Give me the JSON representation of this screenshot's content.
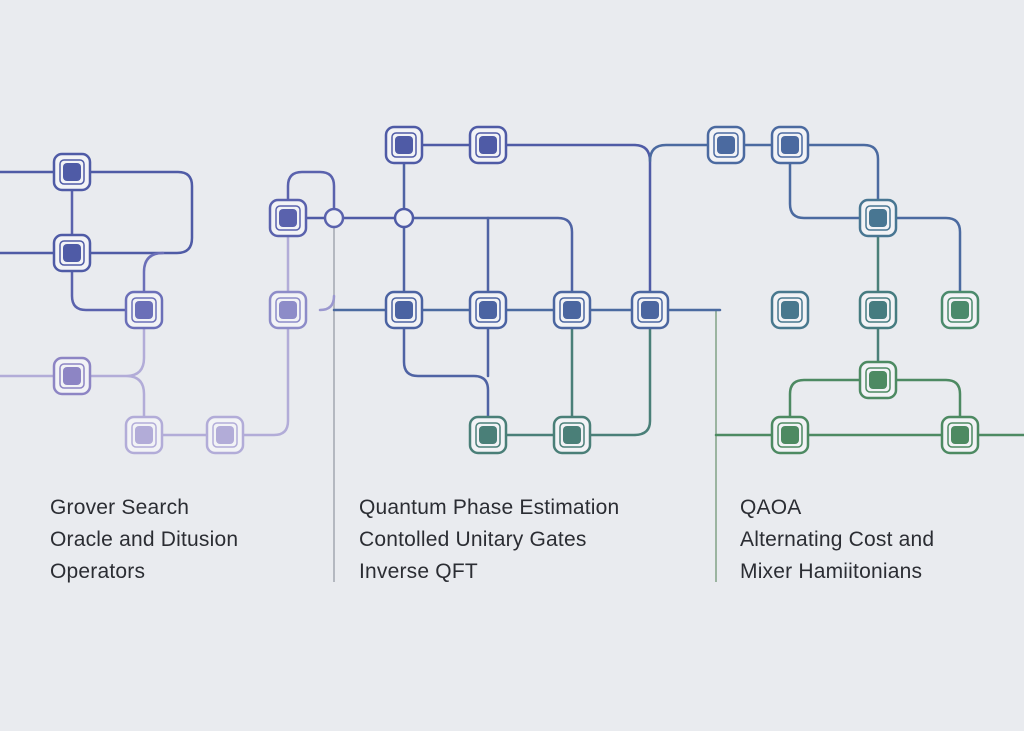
{
  "sections": [
    {
      "id": "grover",
      "title": "Grover Search",
      "lines": [
        "Oracle and Ditusion",
        "Operators"
      ]
    },
    {
      "id": "qpe",
      "title": "Quantum Phase Estimation",
      "lines": [
        "Contolled Unitary Gates",
        "Inverse QFT"
      ]
    },
    {
      "id": "qaoa",
      "title": "QAOA",
      "lines": [
        "Alternating Cost and",
        "Mixer Hamiitonians"
      ]
    }
  ],
  "colors": {
    "background": "#e9ebef",
    "indigo": "#4f5ba6",
    "lavender": "#9b98cf",
    "light_lavender": "#b7b1db",
    "slate_blue": "#4b6aa0",
    "teal": "#3f7a84",
    "green": "#4d8a62",
    "divider": "#b4b8c0"
  }
}
